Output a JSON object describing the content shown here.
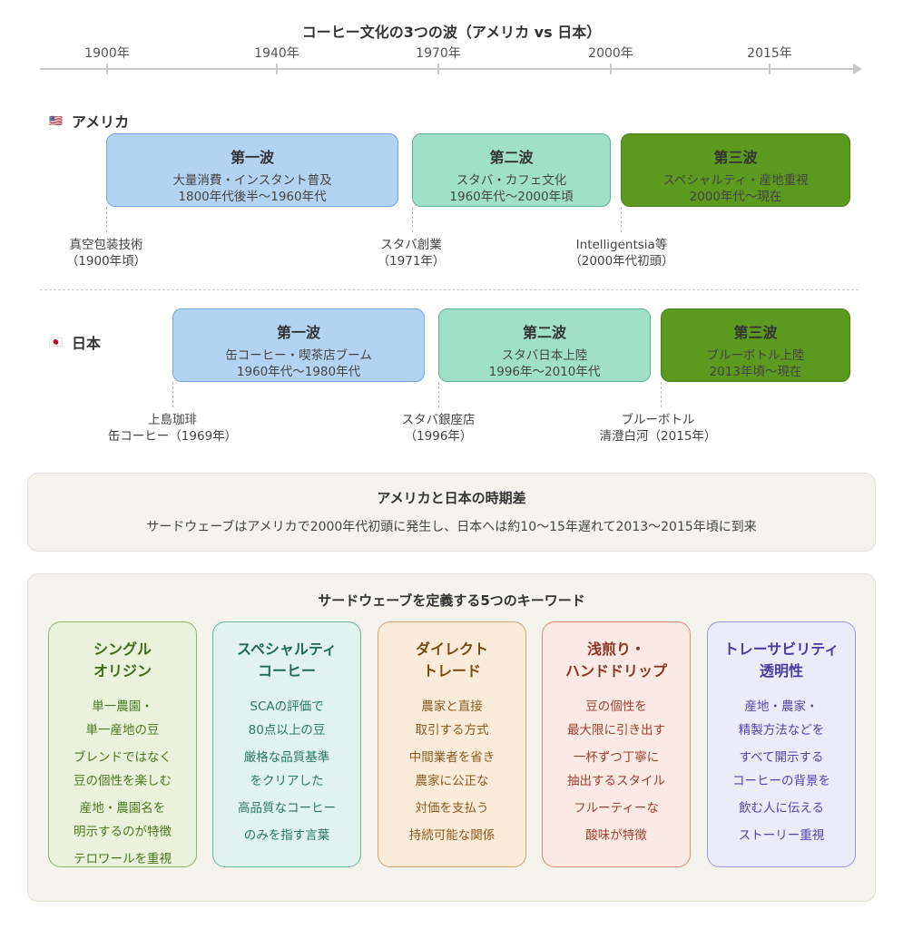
{
  "title": "コーヒー文化の3つの波（アメリカ vs 日本）",
  "axis": {
    "ticks": [
      "1900年",
      "1940年",
      "1970年",
      "2000年",
      "2015年"
    ]
  },
  "america": {
    "label": "アメリカ",
    "flag": "🇺🇸",
    "waves": [
      {
        "title": "第一波",
        "desc1": "大量消費・インスタント普及",
        "desc2": "1800年代後半〜1960年代"
      },
      {
        "title": "第二波",
        "desc1": "スタバ・カフェ文化",
        "desc2": "1960年代〜2000年頃"
      },
      {
        "title": "第三波",
        "desc1": "スペシャルティ・産地重視",
        "desc2": "2000年代〜現在"
      }
    ],
    "annotations": [
      {
        "line1": "真空包装技術",
        "line2": "（1900年頃）"
      },
      {
        "line1": "スタバ創業",
        "line2": "（1971年）"
      },
      {
        "line1": "Intelligentsia等",
        "line2": "（2000年代初頭）"
      }
    ]
  },
  "japan": {
    "label": "日本",
    "flag": "🇯🇵",
    "waves": [
      {
        "title": "第一波",
        "desc1": "缶コーヒー・喫茶店ブーム",
        "desc2": "1960年代〜1980年代"
      },
      {
        "title": "第二波",
        "desc1": "スタバ日本上陸",
        "desc2": "1996年〜2010年代"
      },
      {
        "title": "第三波",
        "desc1": "ブルーボトル上陸",
        "desc2": "2013年頃〜現在"
      }
    ],
    "annotations": [
      {
        "line1": "上島珈琲",
        "line2": "缶コーヒー（1969年）"
      },
      {
        "line1": "スタバ銀座店",
        "line2": "（1996年）"
      },
      {
        "line1": "ブルーボトル",
        "line2": "清澄白河（2015年）"
      }
    ]
  },
  "gap": {
    "title": "アメリカと日本の時期差",
    "text": "サードウェーブはアメリカで2000年代初頭に発生し、日本へは約10〜15年遅れて2013〜2015年頃に到来"
  },
  "keywords": {
    "title": "サードウェーブを定義する5つのキーワード",
    "cards": [
      {
        "title": "シングル\nオリジン",
        "lines": [
          "単一農園・\n単一産地の豆",
          "ブレンドではなく\n豆の個性を楽しむ",
          "産地・農園名を\n明示するのが特徴",
          "テロワールを重視"
        ]
      },
      {
        "title": "スペシャルティ\nコーヒー",
        "lines": [
          "SCAの評価で\n80点以上の豆",
          "厳格な品質基準\nをクリアした",
          "高品質なコーヒー",
          "のみを指す言葉"
        ]
      },
      {
        "title": "ダイレクト\nトレード",
        "lines": [
          "農家と直接\n取引する方式",
          "中間業者を省き\n農家に公正な",
          "対価を支払う",
          "持続可能な関係"
        ]
      },
      {
        "title": "浅煎り・\nハンドドリップ",
        "lines": [
          "豆の個性を\n最大限に引き出す",
          "一杯ずつ丁寧に\n抽出するスタイル",
          "フルーティーな",
          "酸味が特徴"
        ]
      },
      {
        "title": "トレーサビリティ\n透明性",
        "lines": [
          "産地・農家・\n精製方法などを",
          "すべて開示する\nコーヒーの背景を",
          "飲む人に伝える",
          "ストーリー重視"
        ]
      }
    ]
  },
  "colors": {
    "wave1": "#b3d3f2",
    "wave2": "#a1e0c8",
    "wave3": "#5b9a1e"
  }
}
